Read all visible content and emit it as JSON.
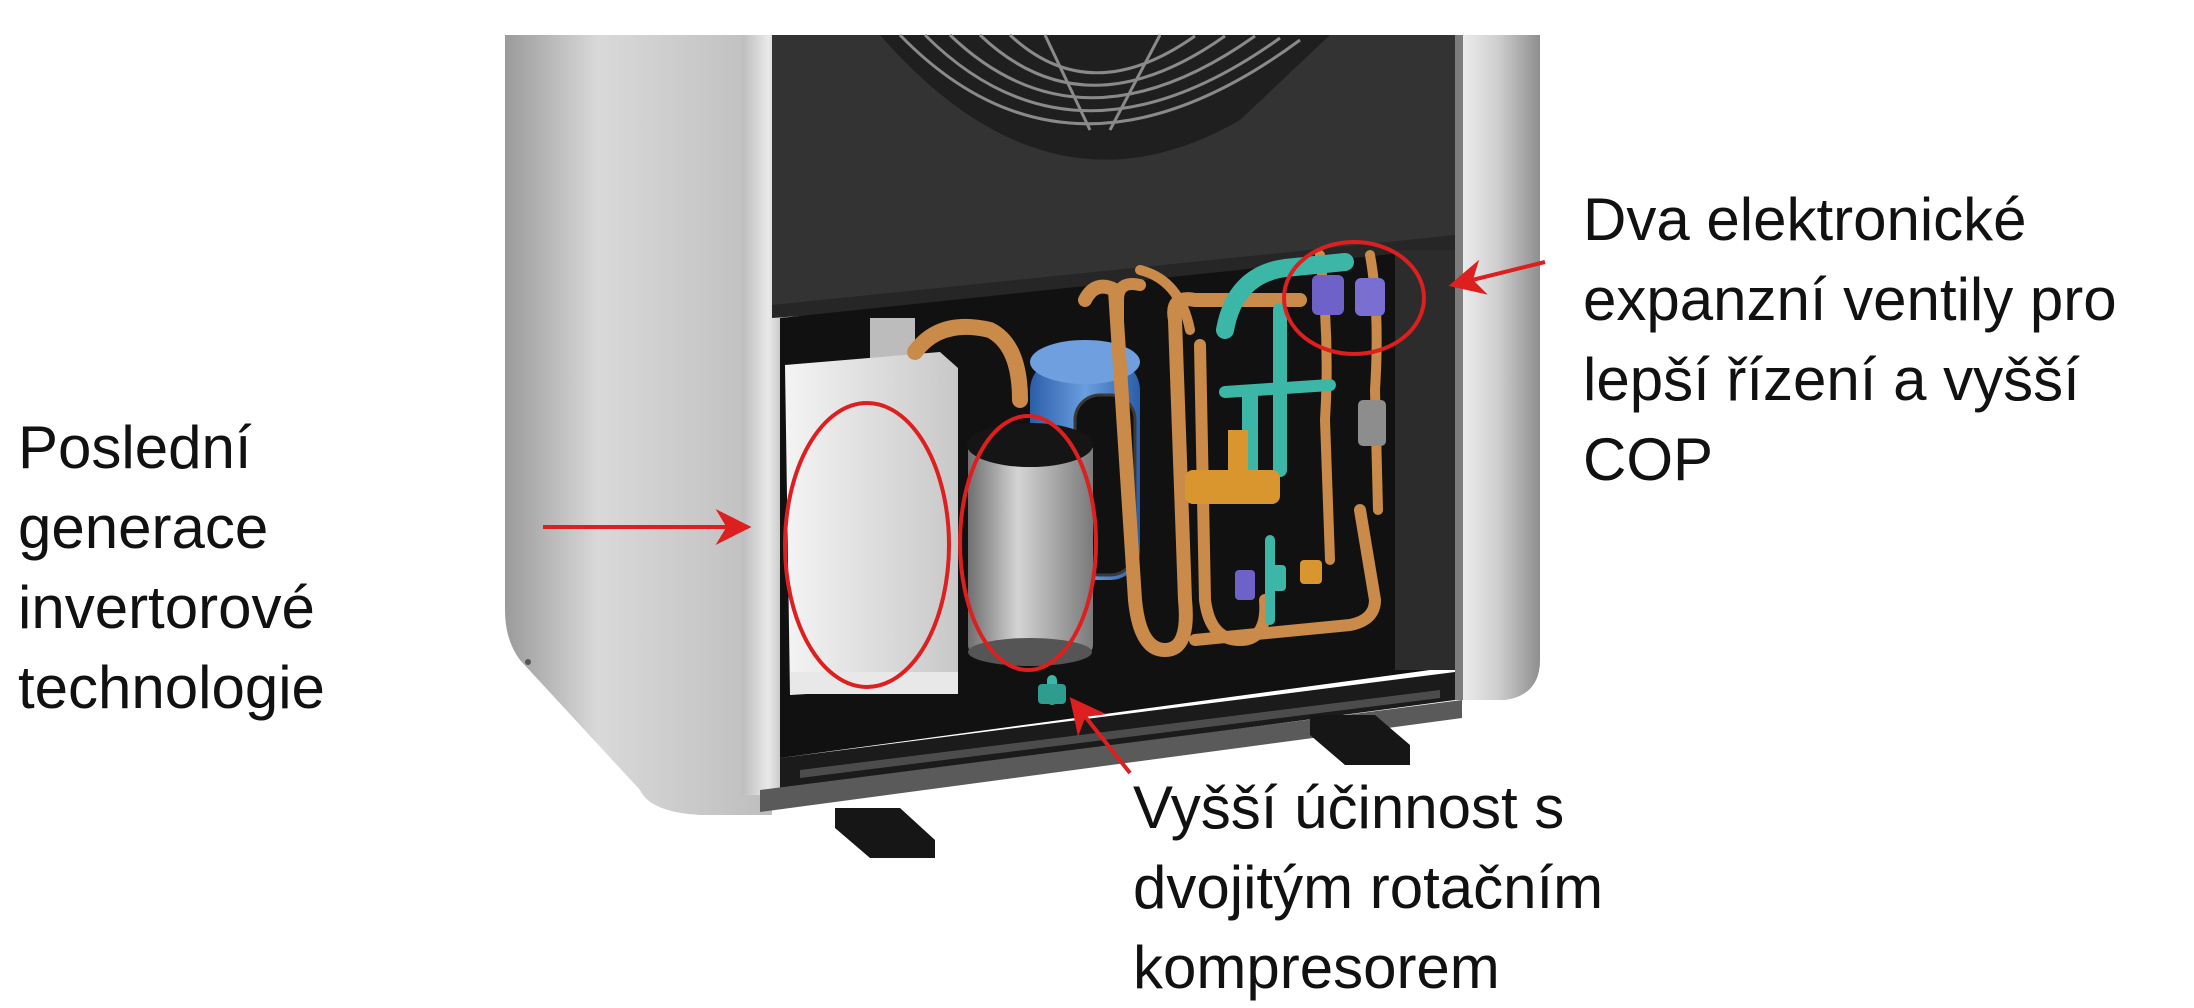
{
  "annotations": {
    "inverter": {
      "text": "Poslední\ngenerace\ninvertorové\ntechnologie"
    },
    "valves": {
      "text": "Dva elektronické\nexpanzní ventily pro\nlepší řízení a vyšší\nCOP"
    },
    "compressor": {
      "text": "Vyšší účinnost s\ndvojitým rotačním\nkompresorem"
    }
  },
  "colors": {
    "highlight": "#dd1f1f",
    "text": "#111111",
    "casing": "#d2d2d2",
    "panel": "#2e2e2e",
    "copper": "#c98a4a",
    "teal": "#3cb6a6",
    "compressor_blue": "#3f79c8"
  }
}
